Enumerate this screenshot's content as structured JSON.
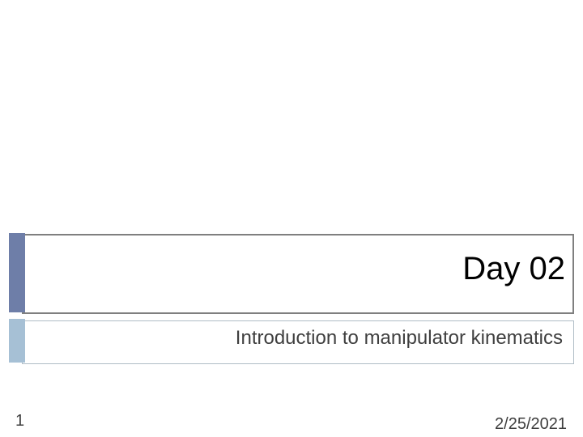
{
  "slide": {
    "title": "Day 02",
    "subtitle": "Introduction to manipulator kinematics",
    "slide_number": "1",
    "date": "2/25/2021",
    "colors": {
      "background": "#FFFFFF",
      "title_accent_bar": "#6E7EA8",
      "subtitle_accent_bar": "#A6C0D5",
      "title_box_border": "#7F7F7F",
      "subtitle_box_border": "#AFBCC6",
      "title_text": "#000000",
      "subtitle_text": "#3F3F3F",
      "footer_text": "#3F3F3F"
    }
  }
}
